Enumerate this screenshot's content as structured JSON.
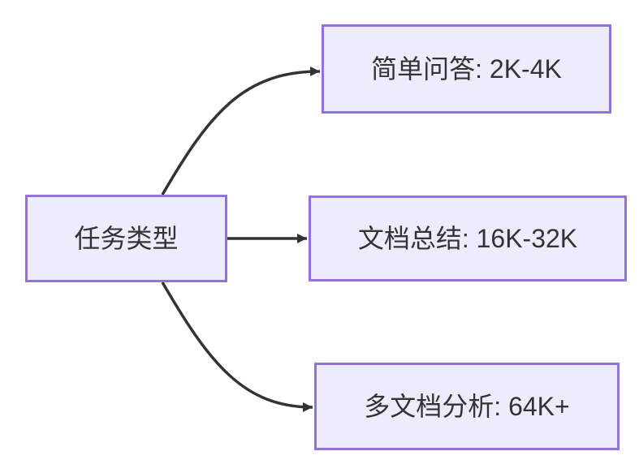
{
  "diagram": {
    "type": "flowchart-lr",
    "root_label": "任务类型",
    "branches": [
      {
        "label": "简单问答: 2K-4K"
      },
      {
        "label": "文档总结: 16K-32K"
      },
      {
        "label": "多文档分析: 64K+"
      }
    ]
  },
  "icons": {
    "arrowhead": "filled-triangle-right"
  },
  "colors": {
    "node_fill": "#ECECFF",
    "node_border": "#9370DB",
    "edge": "#333333",
    "text": "#333333",
    "background": "#FFFFFF"
  }
}
